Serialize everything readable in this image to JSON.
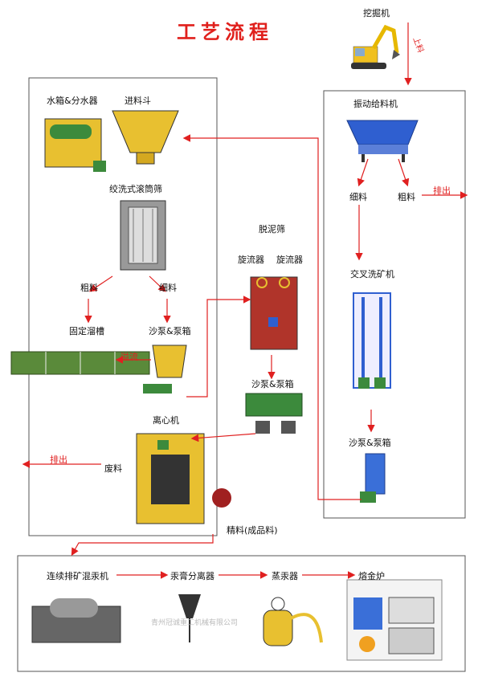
{
  "title": "工艺流程",
  "labels": {
    "excavator": "挖掘机",
    "shangliao": "上料",
    "vibrating_feeder": "振动给料机",
    "feeder_fine": "细料",
    "feeder_coarse": "粗料",
    "discharge_right": "排出",
    "cross_washer": "交叉洗矿机",
    "pump_right": "沙泵&泵箱",
    "tank_divider": "水箱&分水器",
    "hopper": "进料斗",
    "trommel": "绞洗式滚筒筛",
    "trommel_coarse": "粗料",
    "trommel_fine": "细料",
    "sluice": "固定溜槽",
    "pump_left": "沙泵&泵箱",
    "overflow": "溢流",
    "desliming_screen": "脱泥筛",
    "cyclone1": "旋流器",
    "cyclone2": "旋流器",
    "pump_mid": "沙泵&泵箱",
    "centrifuge": "离心机",
    "discharge_left": "排出",
    "waste": "废料",
    "concentrate": "精料(成品料)",
    "amalgamator": "连续排矿混汞机",
    "separator": "汞膏分离器",
    "retort": "蒸汞器",
    "furnace": "熔金炉",
    "company": "青州冠诚重工机械有限公司"
  },
  "colors": {
    "arrow": "#e02020",
    "frame": "#555555",
    "gold": "#e8c030",
    "blue": "#3a6fd8",
    "green": "#3c8a3c",
    "brick": "#b0342a"
  }
}
